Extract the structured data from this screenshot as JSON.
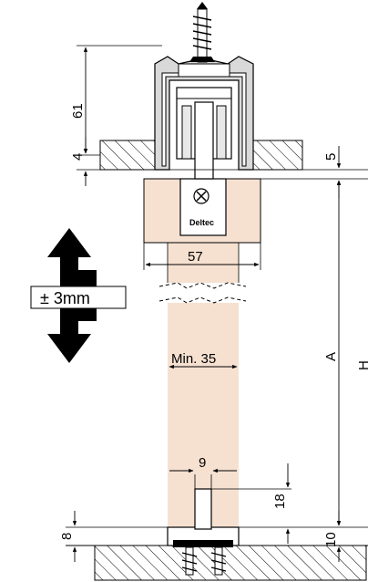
{
  "dimensions": {
    "track_height": "61",
    "ceiling_offset": "4",
    "gap_top": "5",
    "panel_width": "57",
    "min_thickness": "Min. 35",
    "guide_width": "9",
    "guide_height": "18",
    "floor_guide": "8",
    "gap_bottom": "10",
    "door_height": "A",
    "total_height": "H"
  },
  "adjustment": "± 3mm",
  "brand_logo": "Deltec",
  "colors": {
    "door": "#f6e1d1",
    "ink": "#000000",
    "metal_fill": "#d9d9d9"
  }
}
